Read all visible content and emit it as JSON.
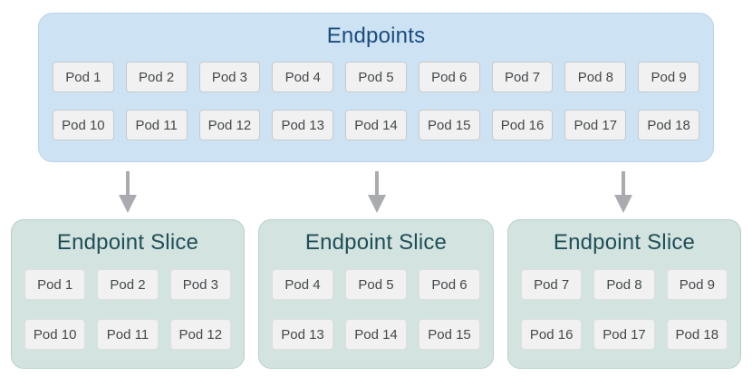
{
  "endpoints": {
    "title": "Endpoints",
    "pods": [
      "Pod 1",
      "Pod 2",
      "Pod 3",
      "Pod 4",
      "Pod 5",
      "Pod 6",
      "Pod 7",
      "Pod 8",
      "Pod 9",
      "Pod 10",
      "Pod 11",
      "Pod 12",
      "Pod 13",
      "Pod 14",
      "Pod 15",
      "Pod 16",
      "Pod 17",
      "Pod 18"
    ]
  },
  "slices": [
    {
      "title": "Endpoint Slice",
      "pods": [
        "Pod 1",
        "Pod 2",
        "Pod 3",
        "Pod 10",
        "Pod 11",
        "Pod 12"
      ]
    },
    {
      "title": "Endpoint Slice",
      "pods": [
        "Pod 4",
        "Pod 5",
        "Pod 6",
        "Pod 13",
        "Pod 14",
        "Pod 15"
      ]
    },
    {
      "title": "Endpoint Slice",
      "pods": [
        "Pod 7",
        "Pod 8",
        "Pod 9",
        "Pod 16",
        "Pod 17",
        "Pod 18"
      ]
    }
  ],
  "colors": {
    "endpoints_fill": "#cde2f3",
    "endpoints_border": "#b9d3eb",
    "endpoints_title": "#1a4c7e",
    "slice_fill": "#d3e3e0",
    "slice_border": "#b7d1cd",
    "slice_title": "#1f4e57",
    "pod_fill": "#f1f1f1",
    "pod_border": "#c9cbcb",
    "pod_text": "#45484b",
    "arrow": "#a9abae"
  }
}
